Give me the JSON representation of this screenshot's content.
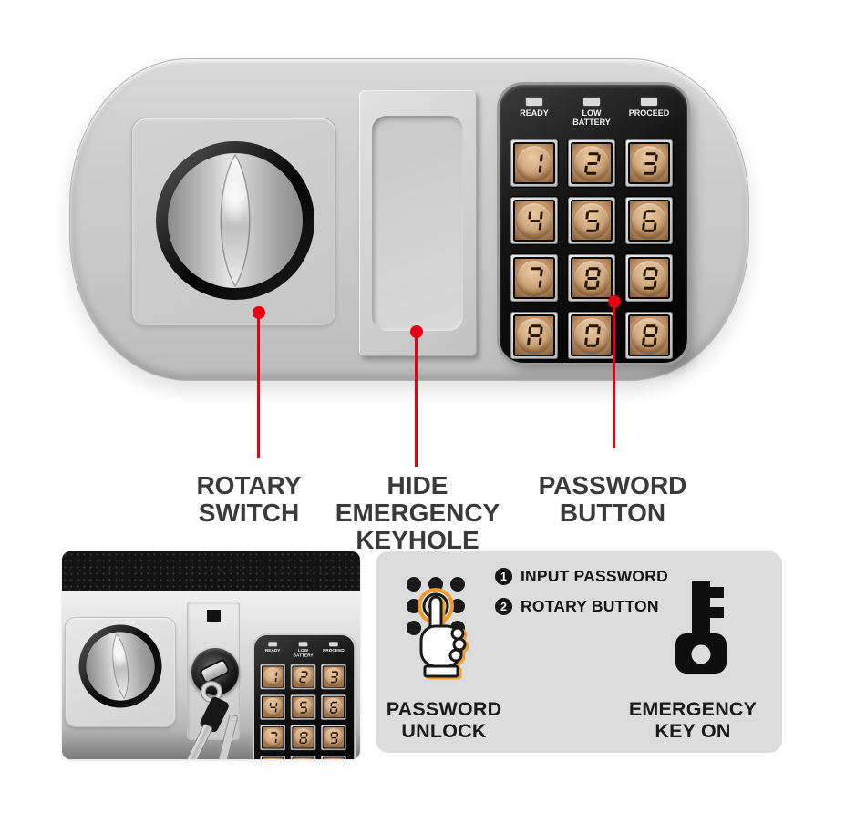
{
  "colors": {
    "callout_red": "#e60012",
    "press_orange": "#ef9b2d",
    "label_text": "#3a3a3a",
    "info_panel_bg": "#dcdcdc",
    "button_tan": "#c99c6e"
  },
  "keypad": {
    "indicators": [
      "READY",
      "LOW BATTERY",
      "PROCEED"
    ],
    "keys": [
      "1",
      "2",
      "3",
      "4",
      "5",
      "6",
      "7",
      "8",
      "9",
      "A",
      "0",
      "B"
    ]
  },
  "callouts": [
    {
      "label": "ROTARY\nSWITCH"
    },
    {
      "label": "HIDE EMERGENCY\nKEYHOLE"
    },
    {
      "label": "PASSWORD\nBUTTON"
    }
  ],
  "info_panel": {
    "steps": [
      {
        "num": "1",
        "label": "INPUT PASSWORD"
      },
      {
        "num": "2",
        "label": "ROTARY BUTTON"
      }
    ],
    "captions": {
      "password_unlock": "PASSWORD\nUNLOCK",
      "emergency_key": "EMERGENCY\nKEY ON"
    }
  }
}
